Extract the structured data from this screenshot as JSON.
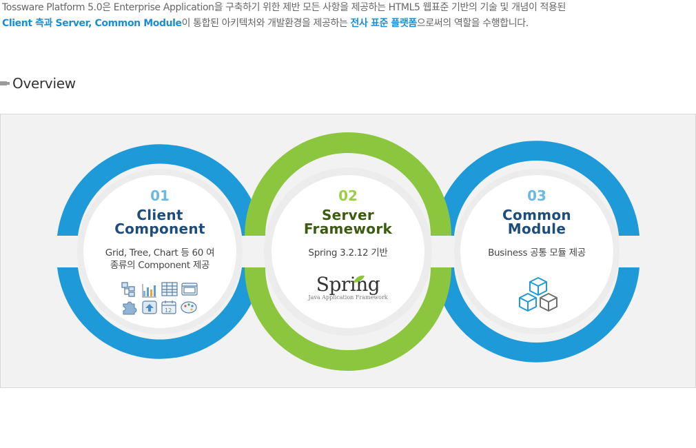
{
  "intro": {
    "line1": "Tossware Platform 5.0은 Enterprise Application을 구축하기 위한 제반 모든 사항을 제공하는 HTML5 웹표준 기반의 기술 및 개념이 적용된",
    "line2_hl1": "Client 측과 Server, Common Module",
    "line2_mid": "이 통합된 아키텍처와 개발환경을 제공하는 ",
    "line2_hl2": "전사 표준 플랫폼",
    "line2_end": "으로써의 역할을 수행합니다."
  },
  "section": {
    "title": "Overview"
  },
  "items": [
    {
      "num": "01",
      "title_l1": "Client",
      "title_l2": "Component",
      "desc_l1": "Grid, Tree, Chart 등 60 여",
      "desc_l2": "종류의 Component 제공",
      "color": "#1e9ad8"
    },
    {
      "num": "02",
      "title_l1": "Server",
      "title_l2": "Framework",
      "desc_l1": "Spring 3.2.12 기반",
      "desc_l2": "",
      "color": "#8cc63f",
      "logo_text": "Spring",
      "logo_sub": "Java Application Framework"
    },
    {
      "num": "03",
      "title_l1": "Common",
      "title_l2": "Module",
      "desc_l1": "Business 공통 모듈 제공",
      "desc_l2": "",
      "color": "#1e9ad8"
    }
  ],
  "icons": {
    "client": [
      "tree-icon",
      "chart-icon",
      "grid-icon",
      "window-icon",
      "puzzle-icon",
      "upload-icon",
      "calendar-icon",
      "palette-icon"
    ],
    "module": [
      "cubes-icon"
    ]
  }
}
